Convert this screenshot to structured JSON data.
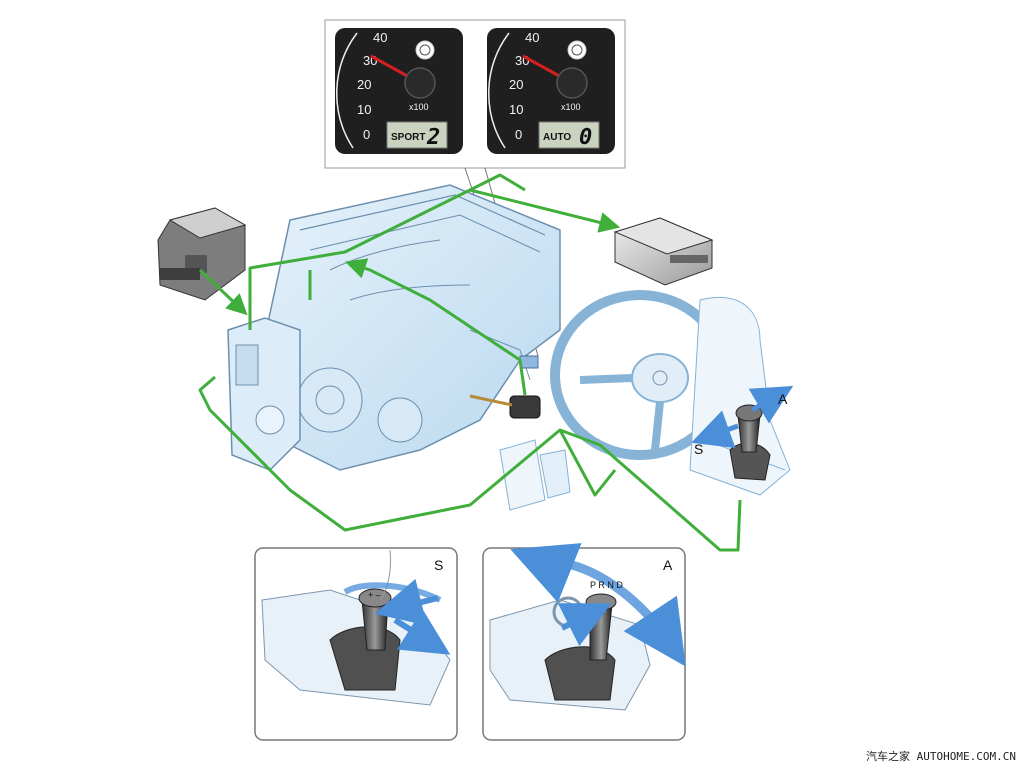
{
  "gauges": [
    {
      "ticks": [
        "40",
        "30",
        "20",
        "10",
        "0"
      ],
      "multiplier": "x100",
      "mode": "SPORT",
      "gear": "2",
      "needle_value": 3000
    },
    {
      "ticks": [
        "40",
        "30",
        "20",
        "10",
        "0"
      ],
      "multiplier": "x100",
      "mode": "AUTO",
      "gear": "0",
      "needle_value": 3000
    }
  ],
  "shifter_arrow_labels": {
    "sequential": "S",
    "automatic": "A"
  },
  "detail_panels": [
    {
      "label": "S",
      "gate_marks": "+ –"
    },
    {
      "label": "A",
      "gate_marks": "P R N D"
    }
  ],
  "watermark": "汽车之家 AUTOHOME.COM.CN",
  "colors": {
    "wiring": "#3fae3a",
    "gauge_face": "#1f1f1f",
    "needle": "#d32020",
    "arrow": "#4a8fd8",
    "lcd": "#c9d3c0"
  }
}
